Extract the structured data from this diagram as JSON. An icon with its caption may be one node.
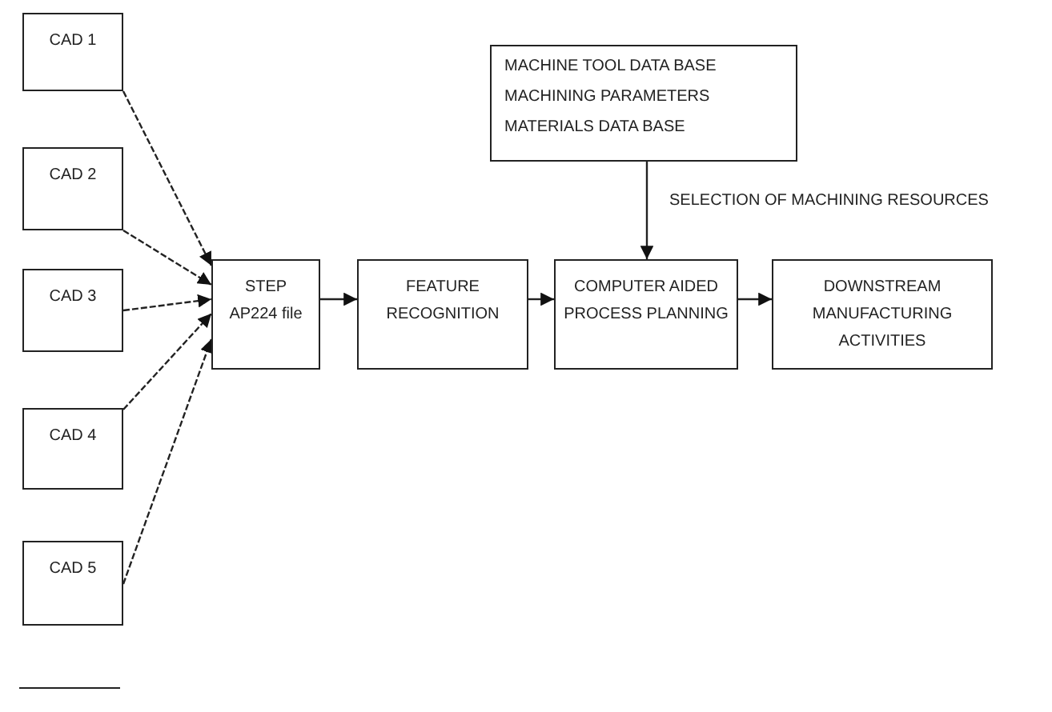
{
  "diagram": {
    "nodes": [
      {
        "text": [
          "CAD 1"
        ]
      },
      {
        "text": [
          "CAD 2"
        ]
      },
      {
        "text": [
          "CAD 3"
        ]
      },
      {
        "text": [
          "CAD 4"
        ]
      },
      {
        "text": [
          "CAD 5"
        ]
      },
      {
        "text": [
          "STEP AP224 file"
        ]
      },
      {
        "text": [
          "FEATURE RECOGNITION"
        ]
      },
      {
        "text": [
          "COMPUTER AIDED PROCESS PLANNING"
        ]
      },
      {
        "text": [
          "DOWNSTREAM MANUFACTURING ACTIVITIES"
        ]
      },
      {
        "text": [
          "MACHINE TOOL DATA BASE",
          "MACHINING PARAMETERS",
          "MATERIALS DATA BASE"
        ]
      }
    ],
    "edges": [
      {
        "from": 0,
        "to": 5,
        "arrow": "to",
        "style": "dashed"
      },
      {
        "from": 1,
        "to": 5,
        "arrow": "to",
        "style": "dashed"
      },
      {
        "from": 2,
        "to": 5,
        "arrow": "to",
        "style": "dashed"
      },
      {
        "from": 3,
        "to": 5,
        "arrow": "to",
        "style": "dashed"
      },
      {
        "from": 4,
        "to": 5,
        "arrow": "to",
        "style": "dashed"
      },
      {
        "from": 5,
        "to": 6,
        "arrow": "to"
      },
      {
        "from": 6,
        "to": 7,
        "arrow": "to"
      },
      {
        "from": 7,
        "to": 8,
        "arrow": "to"
      },
      {
        "from": 9,
        "to": 7,
        "arrow": "to",
        "label": "SELECTION OF MACHINING RESOURCES"
      }
    ]
  }
}
